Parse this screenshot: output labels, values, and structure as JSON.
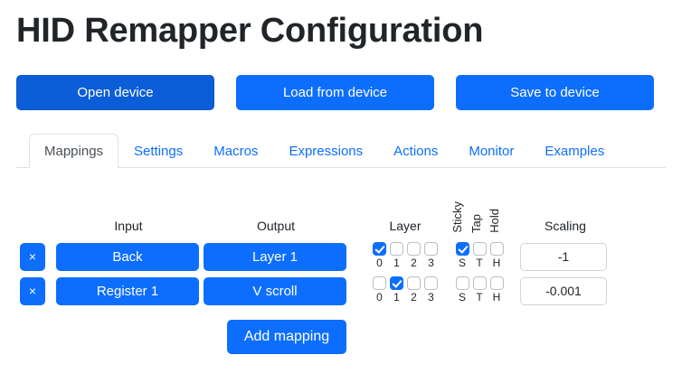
{
  "header": {
    "title": "HID Remapper Configuration"
  },
  "toolbar": {
    "buttons": [
      {
        "label": "Open device",
        "state": "active"
      },
      {
        "label": "Load from device",
        "state": "default"
      },
      {
        "label": "Save to device",
        "state": "default"
      }
    ]
  },
  "tabs": {
    "active": "Mappings",
    "items": [
      {
        "label": "Mappings"
      },
      {
        "label": "Settings"
      },
      {
        "label": "Macros"
      },
      {
        "label": "Expressions"
      },
      {
        "label": "Actions"
      },
      {
        "label": "Monitor"
      },
      {
        "label": "Examples"
      }
    ]
  },
  "mappings": {
    "headers": {
      "input": "Input",
      "output": "Output",
      "layer": "Layer",
      "sticky": "Sticky",
      "tap": "Tap",
      "hold": "Hold",
      "scaling": "Scaling"
    },
    "layer_labels": [
      "0",
      "1",
      "2",
      "3"
    ],
    "flag_labels": [
      "S",
      "T",
      "H"
    ],
    "delete_label": "×",
    "rows": [
      {
        "input": "Back",
        "output": "Layer 1",
        "layers": [
          true,
          false,
          false,
          false
        ],
        "flags": [
          true,
          false,
          false
        ],
        "scaling": "-1"
      },
      {
        "input": "Register 1",
        "output": "V scroll",
        "layers": [
          false,
          true,
          false,
          false
        ],
        "flags": [
          false,
          false,
          false
        ],
        "scaling": "-0.001"
      }
    ],
    "add_label": "Add mapping"
  },
  "colors": {
    "primary": "#0d6efd",
    "primary_active": "#0b5ed7",
    "border": "#dee2e6",
    "text": "#212529"
  }
}
